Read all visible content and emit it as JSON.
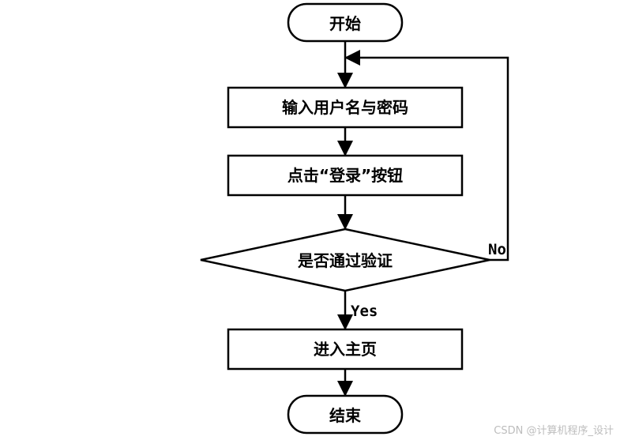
{
  "nodes": {
    "start": "开始",
    "input": "输入用户名与密码",
    "click_login": "点击“登录”按钮",
    "verify": "是否通过验证",
    "enter_home": "进入主页",
    "end": "结束"
  },
  "edges": {
    "no": "No",
    "yes": "Yes"
  },
  "watermark": "CSDN @计算机程序_设计",
  "colors": {
    "stroke": "#000000",
    "background": "#ffffff",
    "watermark": "#bdbdbd"
  }
}
